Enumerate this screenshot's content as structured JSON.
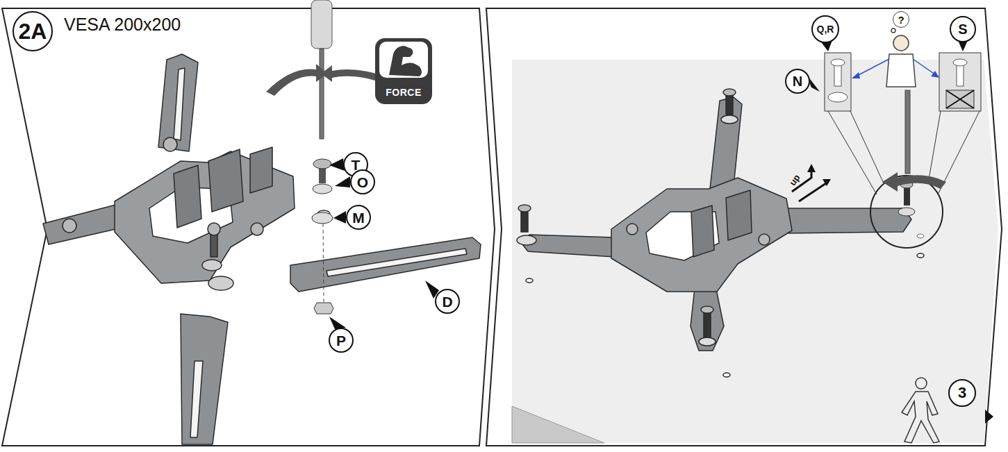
{
  "diagram": {
    "nodes": [
      {
        "text": [
          "2A"
        ]
      },
      {
        "text": [
          "FORCE"
        ]
      },
      {
        "text": [
          "T"
        ]
      },
      {
        "text": [
          "O"
        ]
      },
      {
        "text": [
          "M"
        ]
      },
      {
        "text": [
          "D"
        ]
      },
      {
        "text": [
          "P"
        ]
      },
      {
        "text": [
          "Q,R"
        ]
      },
      {
        "text": [
          "?"
        ]
      },
      {
        "text": [
          "S"
        ]
      },
      {
        "text": [
          "N"
        ]
      },
      {
        "text": [
          "3"
        ]
      }
    ],
    "labels": [
      "VESA 200x200",
      "up"
    ]
  }
}
